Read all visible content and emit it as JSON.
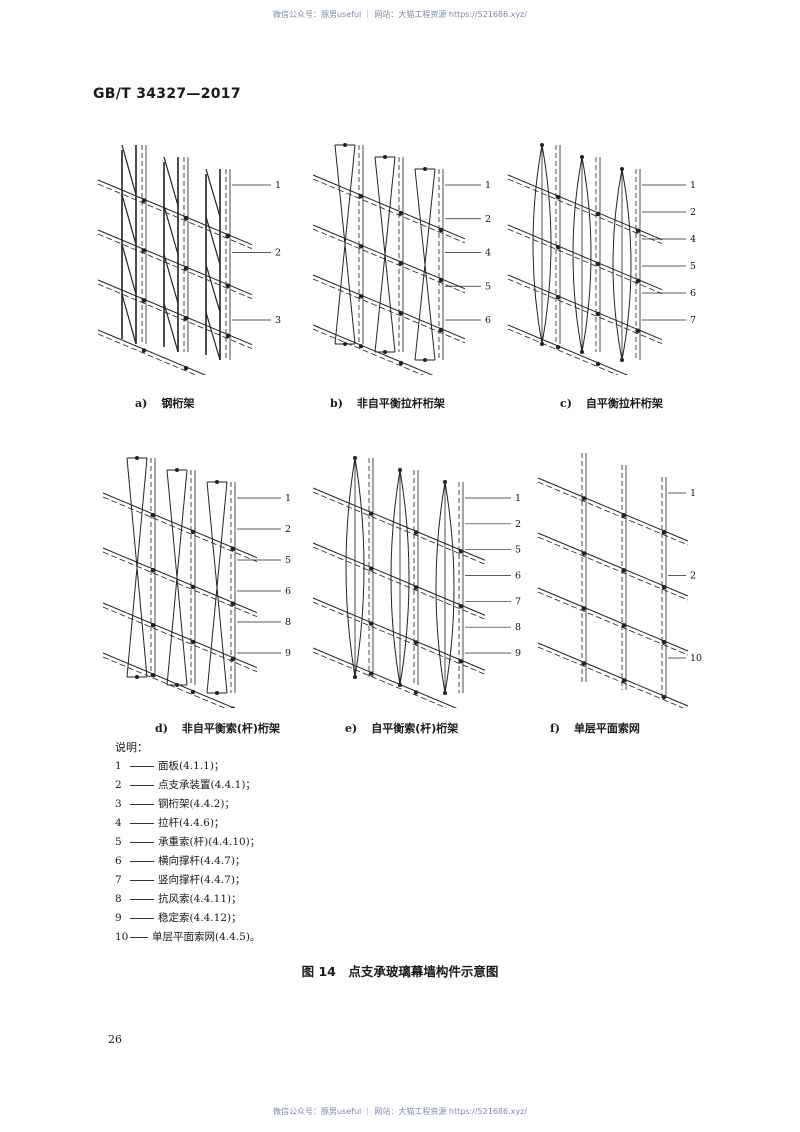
{
  "watermark": "微信公众号：豚男useful ｜ 网站：大猫工程资源 https://521686.xyz/",
  "standard_number": "GB/T 34327—2017",
  "panels": [
    {
      "letter": "a)",
      "caption": "钢桁架",
      "type": "steel",
      "labels": [
        "1",
        "2",
        "3"
      ]
    },
    {
      "letter": "b)",
      "caption": "非自平衡拉杆桁架",
      "type": "rod",
      "labels": [
        "1",
        "2",
        "4",
        "5",
        "6"
      ]
    },
    {
      "letter": "c)",
      "caption": "自平衡拉杆桁架",
      "type": "rod_self",
      "labels": [
        "1",
        "2",
        "4",
        "5",
        "6",
        "7"
      ]
    },
    {
      "letter": "d)",
      "caption": "非自平衡索(杆)桁架",
      "type": "cable",
      "labels": [
        "1",
        "2",
        "5",
        "6",
        "8",
        "9"
      ]
    },
    {
      "letter": "e)",
      "caption": "自平衡索(杆)桁架",
      "type": "cable_self",
      "labels": [
        "1",
        "2",
        "5",
        "6",
        "7",
        "8",
        "9"
      ]
    },
    {
      "letter": "f)",
      "caption": "单层平面索网",
      "type": "net",
      "labels": [
        "1",
        "2",
        "10"
      ]
    }
  ],
  "legend_title": "说明：",
  "legend": [
    {
      "num": "1",
      "text": "面板(4.1.1)；"
    },
    {
      "num": "2",
      "text": "点支承装置(4.4.1)；"
    },
    {
      "num": "3",
      "text": "钢桁架(4.4.2)；"
    },
    {
      "num": "4",
      "text": "拉杆(4.4.6)；"
    },
    {
      "num": "5",
      "text": "承重索(杆)(4.4.10)；"
    },
    {
      "num": "6",
      "text": "横向撑杆(4.4.7)；"
    },
    {
      "num": "7",
      "text": "竖向撑杆(4.4.7)；"
    },
    {
      "num": "8",
      "text": "抗风索(4.4.11)；"
    },
    {
      "num": "9",
      "text": "稳定索(4.4.12)；"
    },
    {
      "num": "10",
      "text": "单层平面索网(4.4.5)。"
    }
  ],
  "figure_title": "图 14　点支承玻璃幕墙构件示意图",
  "page_number": "26"
}
